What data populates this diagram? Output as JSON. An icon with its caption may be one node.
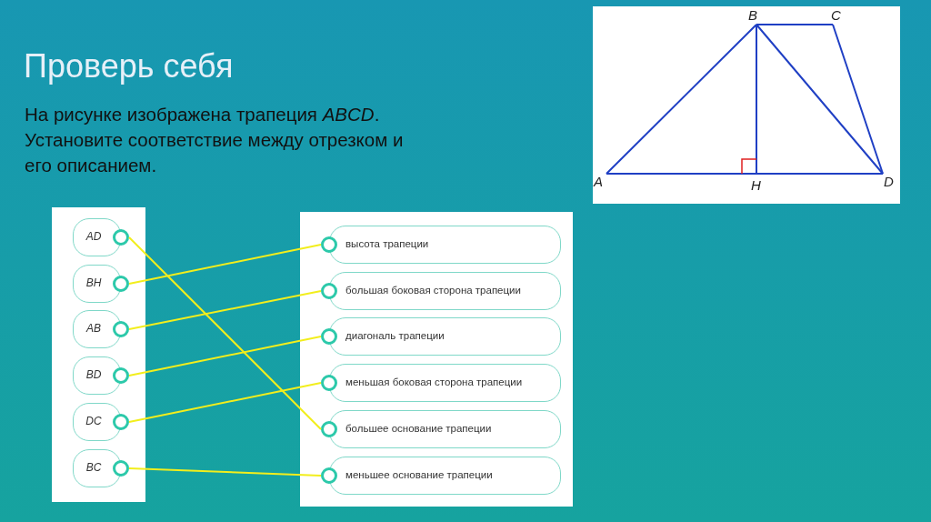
{
  "diagram": {
    "title": "Проверь себя",
    "nodes": [
      {
        "text": [],
        "shape": "box"
      },
      {
        "text": [
          "AD"
        ],
        "in": 0
      },
      {
        "text": [
          "BH"
        ],
        "in": 0
      },
      {
        "text": [
          "AB"
        ],
        "in": 0
      },
      {
        "text": [
          "BD"
        ],
        "in": 0
      },
      {
        "text": [
          "DC"
        ],
        "in": 0
      },
      {
        "text": [
          "BC"
        ],
        "in": 0
      },
      {
        "text": [],
        "shape": "box"
      },
      {
        "text": [
          "высота трапеции"
        ],
        "in": 7
      },
      {
        "text": [
          "большая боковая сторона трапеции"
        ],
        "in": 7
      },
      {
        "text": [
          "диагональ трапеции"
        ],
        "in": 7
      },
      {
        "text": [
          "меньшая боковая сторона трапеции"
        ],
        "in": 7
      },
      {
        "text": [
          "большее основание трапеции"
        ],
        "in": 7
      },
      {
        "text": [
          "меньшее основание трапеции"
        ],
        "in": 7
      }
    ],
    "edges": [
      {
        "from": 1,
        "to": 12,
        "arrow": "none"
      },
      {
        "from": 2,
        "to": 8,
        "arrow": "none"
      },
      {
        "from": 3,
        "to": 9,
        "arrow": "none"
      },
      {
        "from": 4,
        "to": 10,
        "arrow": "none"
      },
      {
        "from": 5,
        "to": 11,
        "arrow": "none"
      },
      {
        "from": 6,
        "to": 13,
        "arrow": "none"
      }
    ],
    "labels": [
      "На рисунке изображена трапеция *ABCD*. Установите соответствие между отрезком и его описанием.",
      "B",
      "C",
      "A",
      "H",
      "D"
    ]
  }
}
